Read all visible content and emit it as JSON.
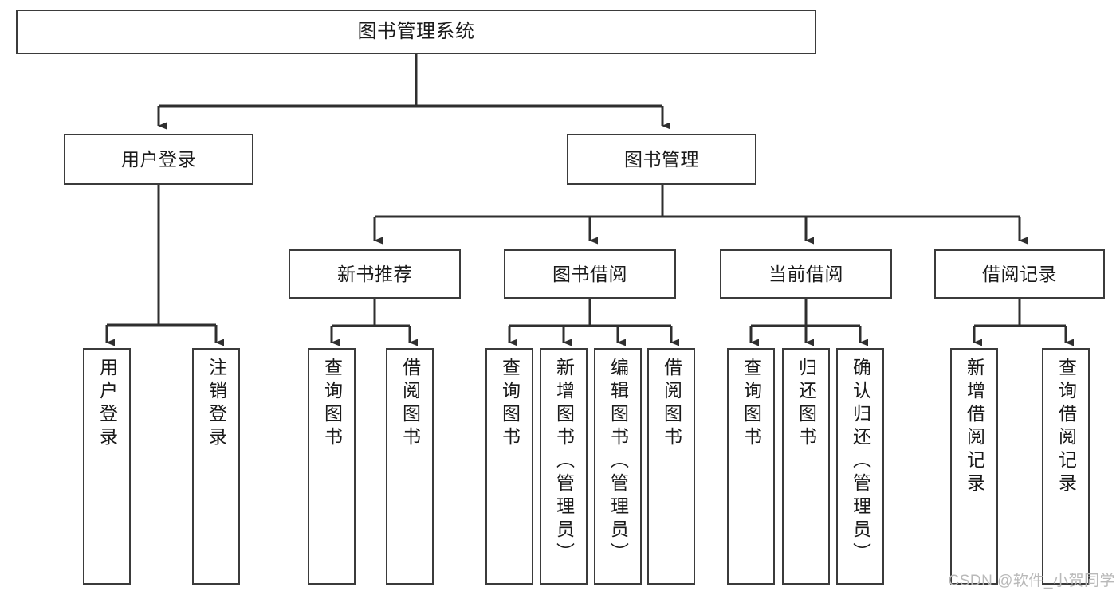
{
  "diagram": {
    "title": "图书管理系统",
    "type": "hierarchy-tree",
    "colors": {
      "box_border": "#3b3b3b",
      "box_fill": "#ffffff",
      "edge": "#2f2f2f",
      "text": "#1a1a1a",
      "watermark": "#b9b9b9",
      "background": "#ffffff"
    },
    "root": {
      "label": "图书管理系统"
    },
    "level2": [
      {
        "label": "用户登录"
      },
      {
        "label": "图书管理"
      }
    ],
    "level3": [
      {
        "label": "新书推荐"
      },
      {
        "label": "图书借阅"
      },
      {
        "label": "当前借阅"
      },
      {
        "label": "借阅记录"
      }
    ],
    "leaves": {
      "user_login": [
        {
          "label": "用户登录"
        },
        {
          "label": "注销登录"
        }
      ],
      "new_book_recommend": [
        {
          "label": "查询图书"
        },
        {
          "label": "借阅图书"
        }
      ],
      "book_borrow": [
        {
          "label": "查询图书"
        },
        {
          "label": "新增图书（管理员）"
        },
        {
          "label": "编辑图书（管理员）"
        },
        {
          "label": "借阅图书"
        }
      ],
      "current_borrow": [
        {
          "label": "查询图书"
        },
        {
          "label": "归还图书"
        },
        {
          "label": "确认归还（管理员）"
        }
      ],
      "borrow_record": [
        {
          "label": "新增借阅记录"
        },
        {
          "label": "查询借阅记录"
        }
      ]
    }
  },
  "watermark": {
    "text": "CSDN @软件_小贺同学"
  }
}
